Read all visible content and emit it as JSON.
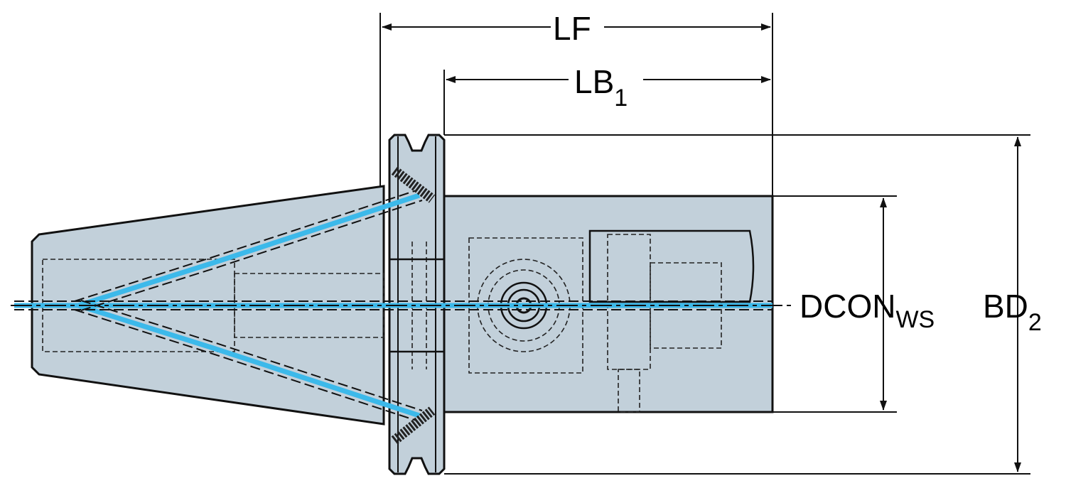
{
  "dimensions": {
    "lf": "LF",
    "lb": {
      "main": "LB",
      "sub": "1"
    },
    "dcon": {
      "main": "DCON",
      "sub": "WS"
    },
    "bd": {
      "main": "BD",
      "sub": "2"
    }
  },
  "colors": {
    "body": "#c2d0da",
    "coolant": "#3cb9ea",
    "line": "#111111"
  }
}
